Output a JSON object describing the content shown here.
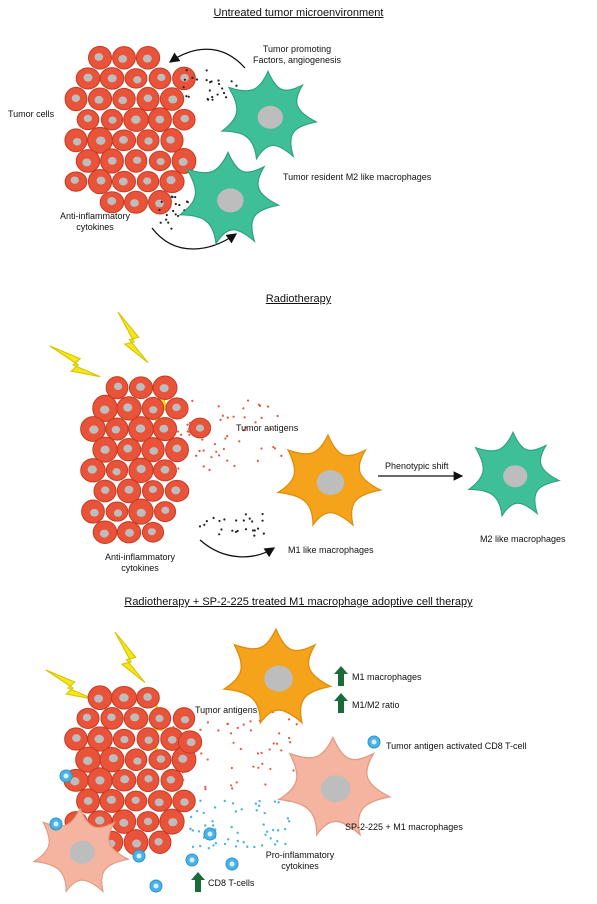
{
  "panel1": {
    "title": "Untreated tumor microenvironment",
    "tumor_cells": "Tumor cells",
    "tumor_promoting_line1": "Tumor promoting",
    "tumor_promoting_line2": "Factors, angiogenesis",
    "m2_resident": "Tumor resident M2 like macrophages",
    "anti_inflammatory_line1": "Anti-inflammatory",
    "anti_inflammatory_line2": "cytokines"
  },
  "panel2": {
    "title": "Radiotherapy",
    "tumor_antigens": "Tumor antigens",
    "phenotypic_shift": "Phenotypic shift",
    "m1_like": "M1 like macrophages",
    "m2_like": "M2 like macrophages",
    "anti_inflammatory_line1": "Anti-inflammatory",
    "anti_inflammatory_line2": "cytokines"
  },
  "panel3": {
    "title": "Radiotherapy + SP-2-225 treated M1 macrophage adoptive cell therapy",
    "tumor_antigens": "Tumor antigens",
    "m1_macrophages": "M1 macrophages",
    "m1_m2_ratio": "M1/M2 ratio",
    "cd8_activated": "Tumor antigen activated CD8 T-cell",
    "sp_m1": "SP-2-225 + M1 macrophages",
    "pro_inflammatory_line1": "Pro-inflammatory",
    "pro_inflammatory_line2": "cytokines",
    "cd8_tcells": "CD8 T-cells"
  },
  "colors": {
    "tumor": "#e8533a",
    "tumor_outline": "#c63a22",
    "nucleus": "#bdbdbd",
    "m2_macrophage": "#3fbf98",
    "m1_macrophage": "#f5a31a",
    "sp_macrophage": "#f4b4a0",
    "lightning": "#f5e71c",
    "tcell": "#4ab3e6",
    "up_arrow": "#1b6b3a"
  }
}
